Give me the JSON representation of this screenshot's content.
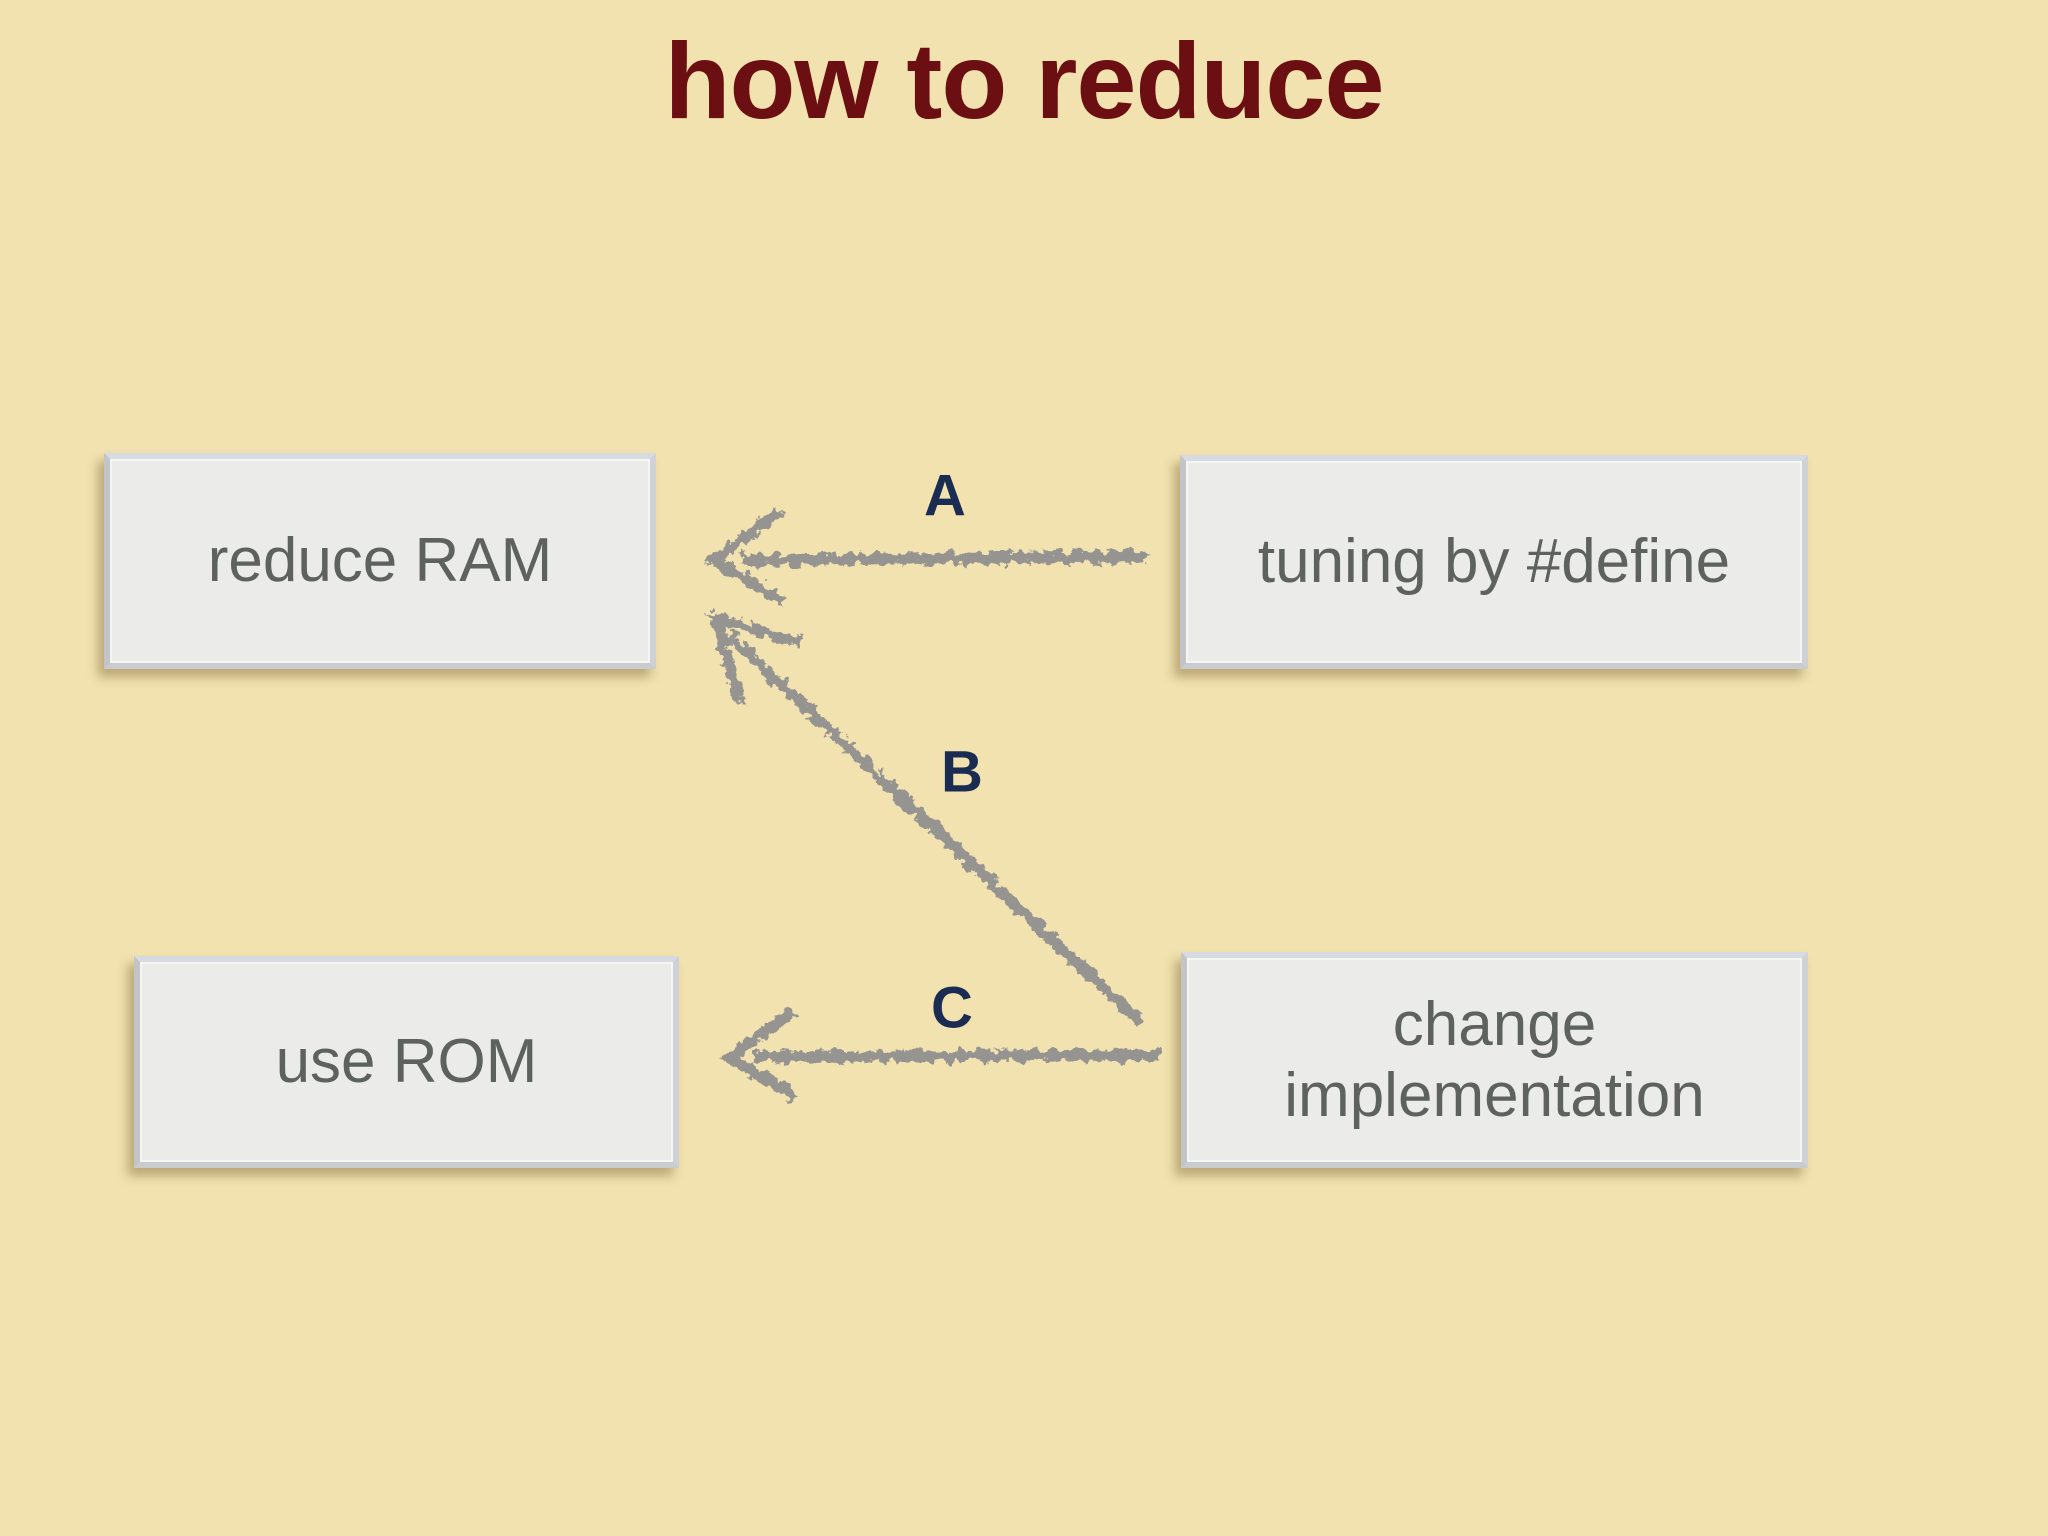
{
  "slide": {
    "title": "how to reduce"
  },
  "nodes": [
    {
      "id": "reduce-ram",
      "label": "reduce RAM"
    },
    {
      "id": "tuning-by-define",
      "label": "tuning by #define"
    },
    {
      "id": "use-rom",
      "label": "use ROM"
    },
    {
      "id": "change-implementation",
      "label": "change implementation"
    }
  ],
  "arrows": [
    {
      "label": "A",
      "from": "tuning by #define",
      "to": "reduce RAM",
      "style": "horizontal-left"
    },
    {
      "label": "B",
      "from": "change implementation",
      "to": "reduce RAM",
      "style": "diagonal-up-left"
    },
    {
      "label": "C",
      "from": "change implementation",
      "to": "use ROM",
      "style": "horizontal-left"
    }
  ],
  "colors": {
    "background": "#f1e2b0",
    "title": "#6b0f12",
    "arrow": "#8f8f8f",
    "arrow_label": "#1b2c52",
    "node_fill": "#ebece9",
    "node_text": "#5e625f"
  }
}
